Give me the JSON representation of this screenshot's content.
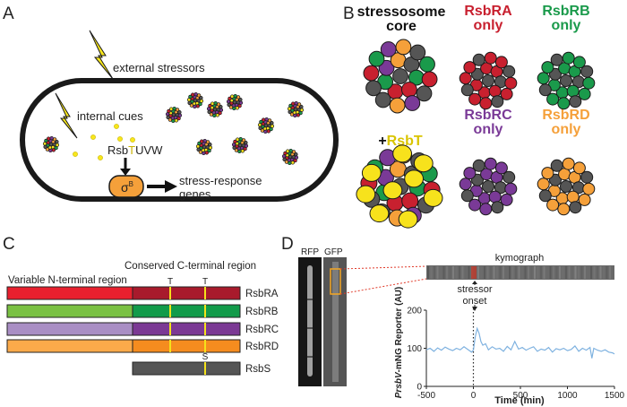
{
  "panels": {
    "a": {
      "letter": "A",
      "external_label": "external stressors",
      "internal_label": "internal cues",
      "rsb_prefix": "Rsb",
      "rsb_t": "T",
      "rsb_suffix": "UVW",
      "sigma": "σ",
      "sigma_sup": "B",
      "response_line1": "stress-response",
      "response_line2": "genes"
    },
    "b": {
      "letter": "B",
      "core_line1": "stressosome",
      "core_line2": "core",
      "plus": "+",
      "rsbt": "RsbT",
      "variants": [
        {
          "line1": "RsbRA",
          "line2": "only",
          "color": "#c8202f"
        },
        {
          "line1": "RsbRB",
          "line2": "only",
          "color": "#1a9a4b"
        },
        {
          "line1": "RsbRC",
          "line2": "only",
          "color": "#7a3a97"
        },
        {
          "line1": "RsbRD",
          "line2": "only",
          "color": "#f5a03a"
        }
      ]
    },
    "c": {
      "letter": "C",
      "nterm_label": "Variable N-terminal region",
      "cterm_label": "Conserved C-terminal region",
      "site_t": "T",
      "site_s": "S",
      "proteins": [
        {
          "name": "RsbRA",
          "n_color": "#e8202e",
          "c_color": "#a81a2c"
        },
        {
          "name": "RsbRB",
          "n_color": "#7ac143",
          "c_color": "#129b4a"
        },
        {
          "name": "RsbRC",
          "n_color": "#a98ec4",
          "c_color": "#7b3994"
        },
        {
          "name": "RsbRD",
          "n_color": "#fbaa4a",
          "c_color": "#f58c1f"
        }
      ],
      "rsbs": {
        "name": "RsbS",
        "color": "#555555"
      }
    },
    "d": {
      "letter": "D",
      "rfp_label": "RFP",
      "gfp_label": "GFP",
      "kymo_label": "kymograph",
      "stressor_line1": "stressor",
      "stressor_line2": "onset",
      "ylabel_italic": "PrsbV",
      "ylabel_rest": "-mNG Reporter (AU)",
      "xlabel": "Time (min)"
    }
  },
  "chart_data": {
    "type": "line",
    "xlabel": "Time (min)",
    "ylabel": "PrsbV-mNG Reporter (AU)",
    "xlim": [
      -500,
      1500
    ],
    "ylim": [
      0,
      200
    ],
    "xticks": [
      -500,
      0,
      500,
      1000,
      1500
    ],
    "yticks": [
      0,
      100,
      200
    ],
    "stressor_onset_x": 0,
    "series": [
      {
        "color": "#7fb2e0",
        "x": [
          -500,
          -460,
          -420,
          -380,
          -340,
          -300,
          -260,
          -220,
          -180,
          -140,
          -100,
          -60,
          -20,
          0,
          20,
          40,
          60,
          80,
          100,
          130,
          160,
          200,
          240,
          280,
          320,
          360,
          400,
          440,
          480,
          520,
          560,
          600,
          640,
          680,
          720,
          760,
          800,
          840,
          880,
          920,
          960,
          1000,
          1040,
          1080,
          1120,
          1160,
          1200,
          1240,
          1260,
          1280,
          1320,
          1360,
          1400,
          1440,
          1480,
          1500
        ],
        "y": [
          96,
          100,
          92,
          101,
          95,
          103,
          98,
          94,
          100,
          96,
          104,
          97,
          90,
          95,
          130,
          152,
          140,
          118,
          108,
          112,
          96,
          104,
          98,
          100,
          92,
          105,
          96,
          118,
          98,
          102,
          95,
          100,
          104,
          92,
          98,
          95,
          102,
          90,
          99,
          96,
          100,
          94,
          97,
          106,
          92,
          100,
          95,
          102,
          74,
          100,
          95,
          92,
          96,
          90,
          88,
          85
        ]
      }
    ]
  }
}
